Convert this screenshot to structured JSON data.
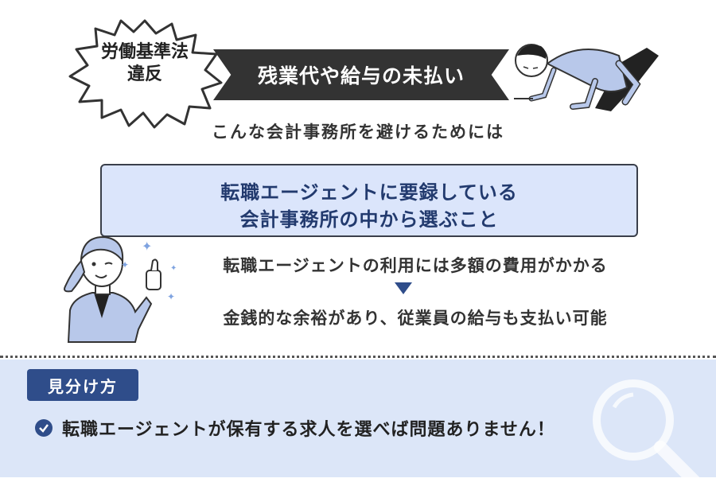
{
  "banner": {
    "burst_line1": "労働基準法",
    "burst_line2": "違反",
    "title": "残業代や給与の未払い"
  },
  "subtitle": "こんな会計事務所を避けるためには",
  "highlight_box": {
    "line1": "転職エージェントに要録している",
    "line2": "会計事務所の中から選ぶこと"
  },
  "reason": {
    "line1": "転職エージェントの利用には多額の費用がかかる",
    "line2": "金銭的な余裕があり、従業員の給与も支払い可能"
  },
  "how_to_tell": {
    "tag": "見分け方",
    "item": "転職エージェントが保有する求人を選べば問題ありません！"
  },
  "colors": {
    "navy": "#2f4d8a",
    "light_blue": "#dbe5fb",
    "panel_blue": "#dce6f8",
    "dark_banner": "#333333"
  },
  "icons": [
    "burst-shape",
    "crawling-man-illustration",
    "thumbs-up-woman-illustration",
    "sparkle-icon",
    "down-triangle-icon",
    "check-circle-icon",
    "magnifier-icon"
  ]
}
